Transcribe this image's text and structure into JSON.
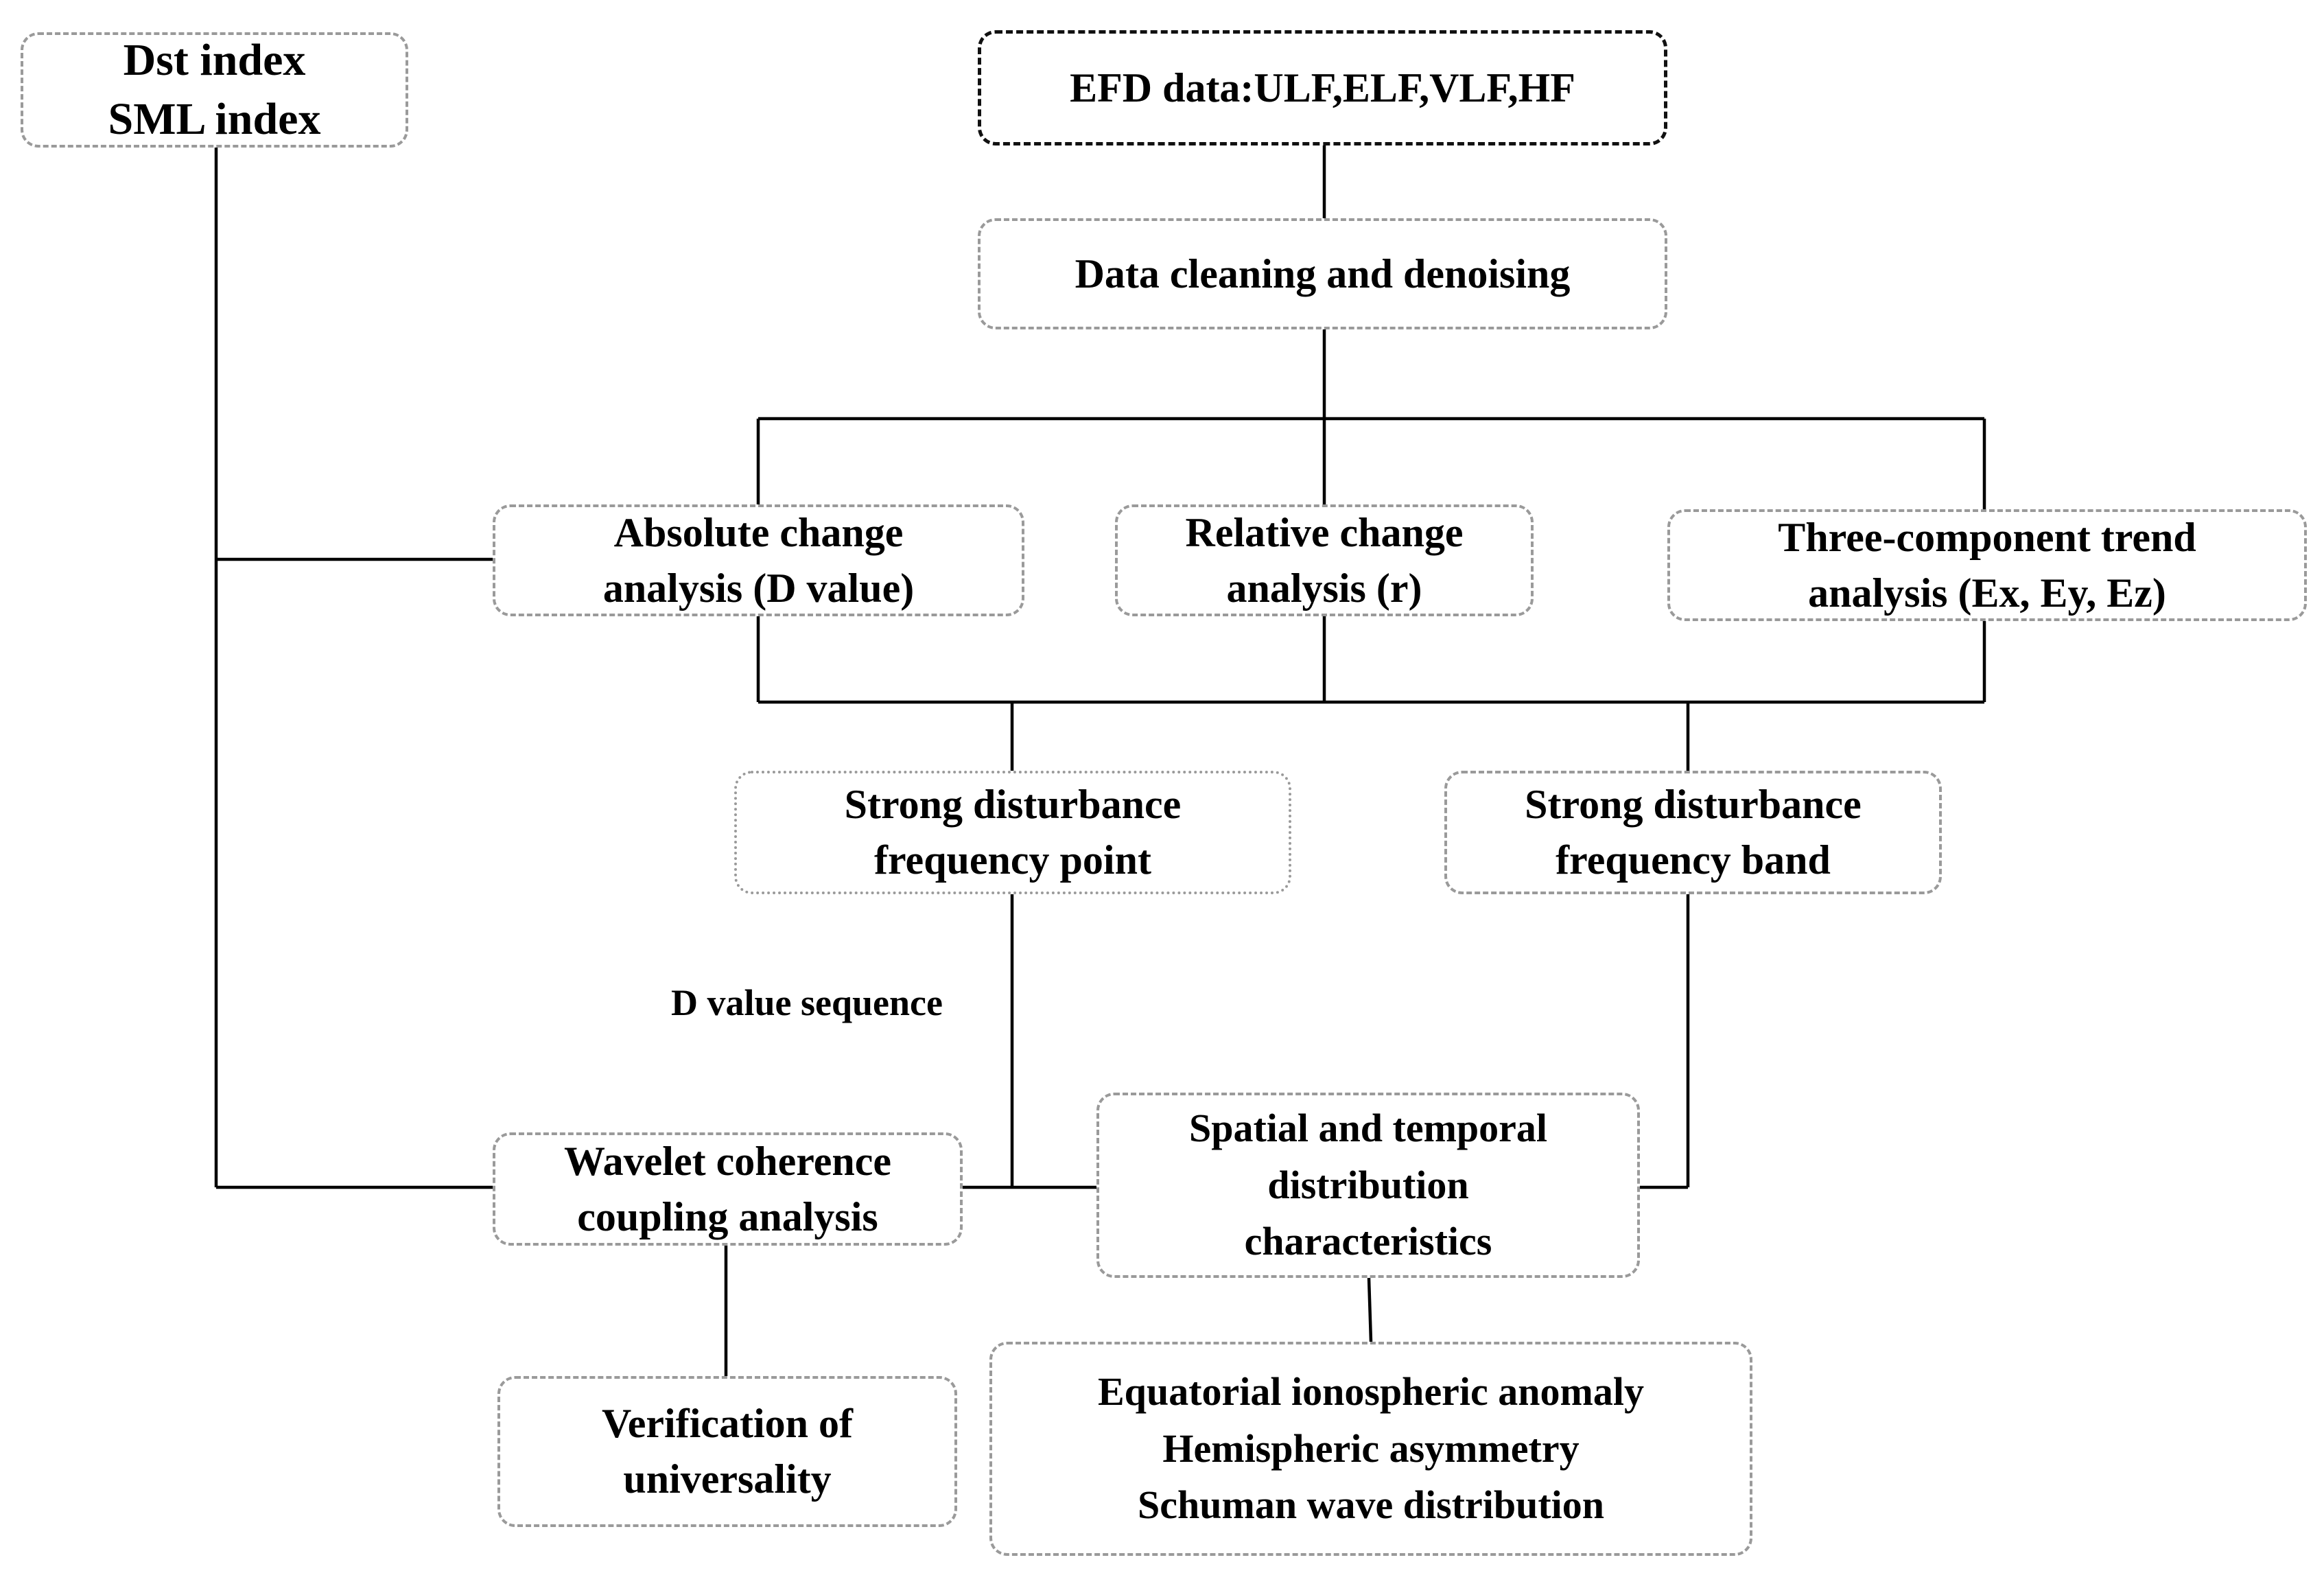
{
  "nodes": {
    "indices": [
      "Dst index",
      "SML index"
    ],
    "efd_data": [
      "EFD data:ULF,ELF,VLF,HF"
    ],
    "cleaning": [
      "Data cleaning and denoising"
    ],
    "absolute": [
      "Absolute change",
      "analysis (D value)"
    ],
    "relative": [
      "Relative change",
      "analysis (r)"
    ],
    "three_component": [
      "Three-component trend",
      "analysis (Ex, Ey, Ez)"
    ],
    "freq_point": [
      "Strong disturbance",
      "frequency point"
    ],
    "freq_band": [
      "Strong disturbance",
      "frequency band"
    ],
    "wavelet": [
      "Wavelet coherence",
      "coupling analysis"
    ],
    "spatial": [
      "Spatial and temporal",
      "distribution",
      "characteristics"
    ],
    "verification": [
      "Verification of",
      "universality"
    ],
    "anomalies": [
      "Equatorial ionospheric anomaly",
      "Hemispheric asymmetry",
      "Schuman wave distribution"
    ]
  },
  "edge_labels": {
    "d_value_sequence": "D value sequence"
  }
}
